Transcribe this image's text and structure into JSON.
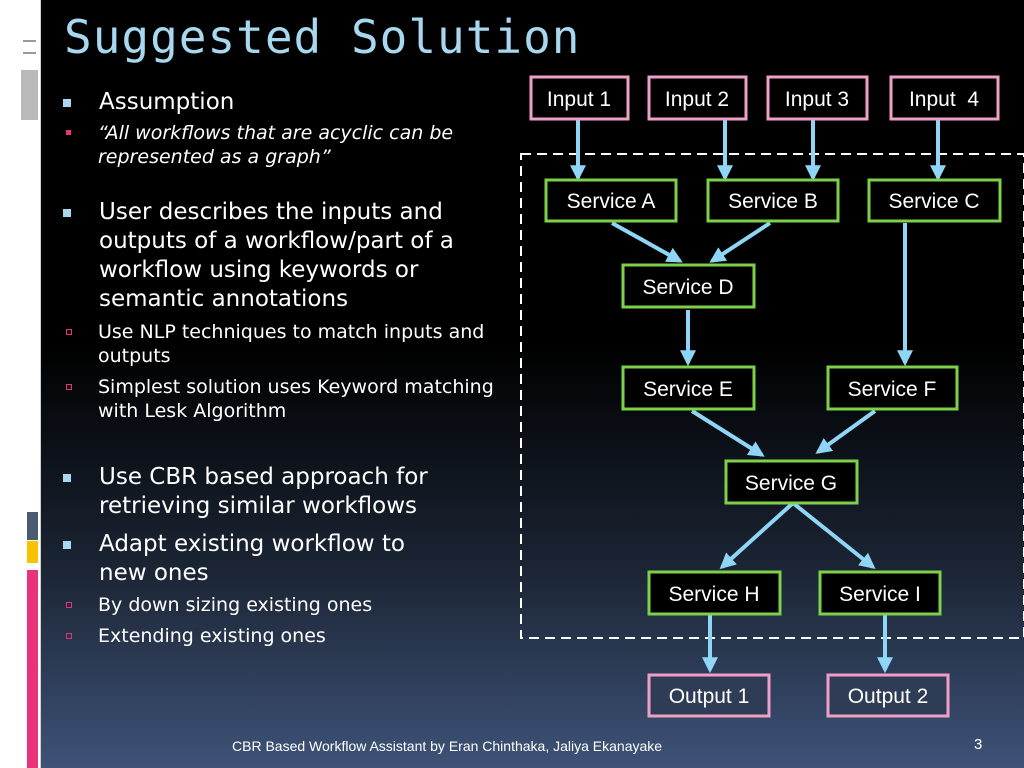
{
  "slide": {
    "title": "Suggested Solution",
    "footer": "CBR Based Workflow Assistant by Eran Chinthaka, Jaliya Ekanayake",
    "page_number": "3"
  },
  "bullets": {
    "b1": "Assumption",
    "b1_1": "“All workflows that are acyclic can be represented as  a graph”",
    "b2": "User describes the inputs and outputs of a workflow/part of a workflow using keywords or semantic annotations",
    "b2_1": "Use NLP techniques to match inputs and outputs",
    "b2_2": "Simplest solution uses Keyword matching with Lesk Algorithm",
    "b3": "Use CBR based approach for retrieving similar workflows",
    "b4": "Adapt existing workflow to new ones",
    "b4_1": "By down sizing existing ones",
    "b4_2": "Extending existing ones"
  },
  "diagram": {
    "inputs": [
      "Input 1",
      "Input 2",
      "Input 3",
      "Input  4"
    ],
    "services": {
      "a": "Service A",
      "b": "Service B",
      "c": "Service C",
      "d": "Service D",
      "e": "Service E",
      "f": "Service F",
      "g": "Service G",
      "h": "Service H",
      "i": "Service I"
    },
    "outputs": [
      "Output 1",
      "Output 2"
    ]
  },
  "colors": {
    "input_border": "#f0a0c8",
    "service_border": "#7cd04a",
    "arrow": "#8fd6f6",
    "title": "#a8d8f0"
  }
}
